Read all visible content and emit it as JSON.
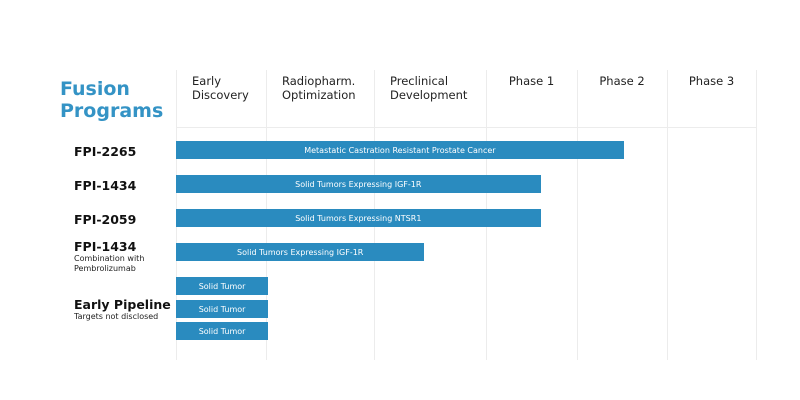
{
  "title_line1": "Fusion",
  "title_line2": "Programs",
  "colors": {
    "bar": "#2a8bbf",
    "title": "#3493c5"
  },
  "phases": [
    {
      "line1": "Early",
      "line2": "Discovery"
    },
    {
      "line1": "Radiopharm.",
      "line2": "Optimization"
    },
    {
      "line1": "Preclinical",
      "line2": "Development"
    },
    {
      "line1": "Phase 1",
      "line2": ""
    },
    {
      "line1": "Phase 2",
      "line2": ""
    },
    {
      "line1": "Phase 3",
      "line2": ""
    }
  ],
  "programs": [
    {
      "name": "FPI-2265",
      "sub1": "",
      "sub2": "",
      "indication": "Metastatic Castration Resistant Prostate Cancer",
      "progress_phases": 4.52
    },
    {
      "name": "FPI-1434",
      "sub1": "",
      "sub2": "",
      "indication": "Solid Tumors Expressing IGF-1R",
      "progress_phases": 3.6
    },
    {
      "name": "FPI-2059",
      "sub1": "",
      "sub2": "",
      "indication": "Solid Tumors Expressing NTSR1",
      "progress_phases": 3.6
    },
    {
      "name": "FPI-1434",
      "sub1": "Combination with",
      "sub2": "Pembrolizumab",
      "indication": "Solid Tumors Expressing IGF-1R",
      "progress_phases": 2.45
    }
  ],
  "early_pipeline": {
    "name": "Early Pipeline",
    "sub": "Targets not disclosed",
    "bars": [
      {
        "indication": "Solid Tumor",
        "progress_phases": 1.02
      },
      {
        "indication": "Solid Tumor",
        "progress_phases": 1.02
      },
      {
        "indication": "Solid Tumor",
        "progress_phases": 1.02
      }
    ]
  }
}
